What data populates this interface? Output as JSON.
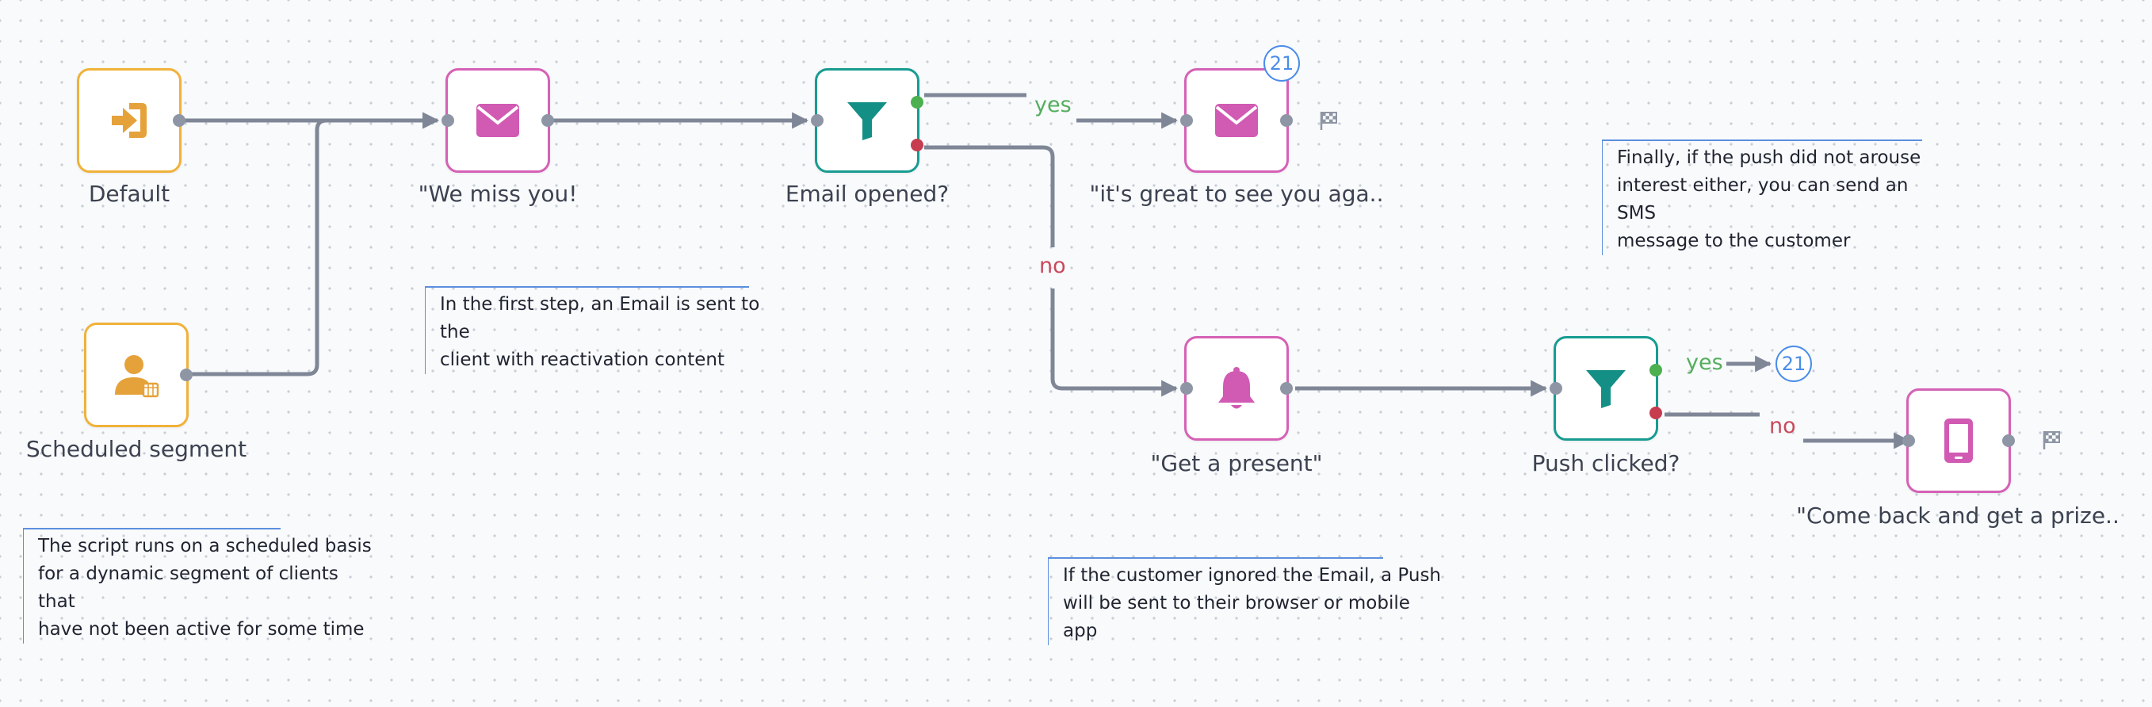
{
  "nodes": {
    "default": {
      "label": "Default"
    },
    "scheduled_segment": {
      "label": "Scheduled segment"
    },
    "we_miss_you": {
      "label": "\"We miss you!"
    },
    "email_opened": {
      "label": "Email opened?"
    },
    "great_to_see": {
      "label": "\"it's great to see you aga..",
      "count": "21"
    },
    "get_present": {
      "label": "\"Get a present\""
    },
    "push_clicked": {
      "label": "Push clicked?",
      "count": "21"
    },
    "come_back": {
      "label": "\"Come back and get a prize.."
    }
  },
  "branches": {
    "email_yes": "yes",
    "email_no": "no",
    "push_yes": "yes",
    "push_no": "no"
  },
  "notes": {
    "schedule": [
      "The script runs on a scheduled basis",
      "for a dynamic segment of clients that",
      "have not been active for some time"
    ],
    "first_step": [
      "In the first step, an Email is sent to the",
      "client with reactivation content"
    ],
    "ignored": [
      "If the customer ignored the Email, a Push",
      "will be sent to their browser or mobile app"
    ],
    "finally": [
      "Finally, if the push did not arouse",
      "interest either, you can send an SMS",
      "message to the customer"
    ]
  },
  "colors": {
    "entry": "#f0b23a",
    "action": "#d561b6",
    "filter": "#189c91",
    "edge": "#7f8797",
    "yes": "#54ae5e",
    "no": "#c84a5c",
    "badge": "#4b8de8"
  }
}
